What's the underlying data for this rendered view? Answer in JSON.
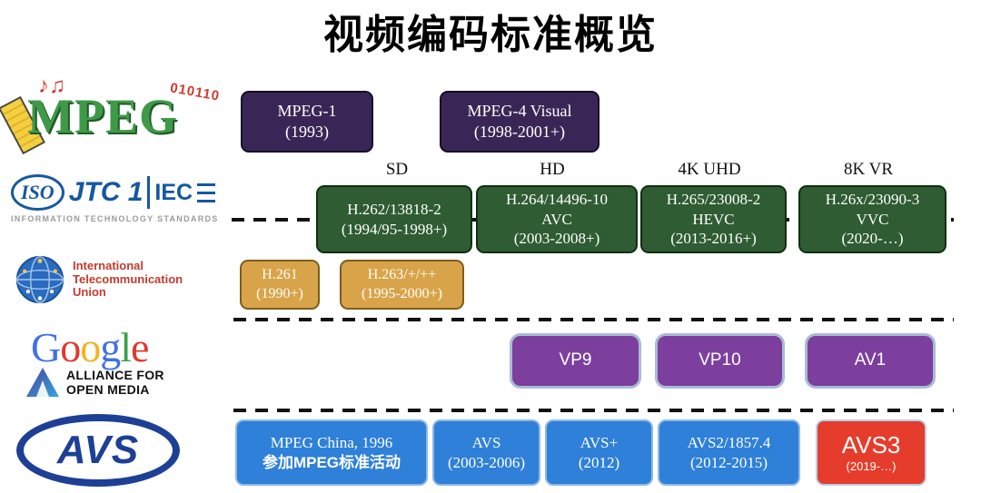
{
  "title": "视频编码标准概览",
  "logos": {
    "mpeg": {
      "name": "MPEG",
      "binary": "010110",
      "notes": "♪♫"
    },
    "iso_jtc1_iec": {
      "iso": "ISO",
      "jtc": "JTC 1",
      "iec": "IEC",
      "caption": "INFORMATION TECHNOLOGY STANDARDS"
    },
    "itu": {
      "line1": "International",
      "line2": "Telecommunication",
      "line3": "Union"
    },
    "google": {
      "l0": "G",
      "l1": "o",
      "l2": "o",
      "l3": "g",
      "l4": "l",
      "l5": "e"
    },
    "aom": {
      "line1": "ALLIANCE FOR",
      "line2": "OPEN MEDIA"
    },
    "avs": {
      "name": "AVS"
    }
  },
  "era_labels": [
    "SD",
    "HD",
    "4K UHD",
    "8K VR"
  ],
  "rows": {
    "mpeg": [
      {
        "lines": [
          "MPEG-1",
          "(1993)"
        ]
      },
      {
        "lines": [
          "MPEG-4 Visual",
          "(1998-2001+)"
        ]
      }
    ],
    "joint": [
      {
        "lines": [
          "H.262/13818-2",
          "(1994/95-1998+)"
        ]
      },
      {
        "lines": [
          "H.264/14496-10",
          "AVC",
          "(2003-2008+)"
        ]
      },
      {
        "lines": [
          "H.265/23008-2",
          "HEVC",
          "(2013-2016+)"
        ]
      },
      {
        "lines": [
          "H.26x/23090-3",
          "VVC",
          "(2020-…)"
        ]
      }
    ],
    "itu": [
      {
        "lines": [
          "H.261",
          "(1990+)"
        ]
      },
      {
        "lines": [
          "H.263/+/++",
          "(1995-2000+)"
        ]
      }
    ],
    "aom": [
      {
        "label": "VP9"
      },
      {
        "label": "VP10"
      },
      {
        "label": "AV1"
      }
    ],
    "avs": [
      {
        "lines": [
          "MPEG China, 1996",
          "参加MPEG标准活动"
        ]
      },
      {
        "lines": [
          "AVS",
          "(2003-2006)"
        ]
      },
      {
        "lines": [
          "AVS+",
          "(2012)"
        ]
      },
      {
        "lines": [
          "AVS2/1857.4",
          "(2012-2015)"
        ]
      },
      {
        "lines": [
          "AVS3",
          "(2019-…)"
        ]
      }
    ]
  },
  "colors": {
    "mpeg_box": "#3a2656",
    "joint_box": "#2f5c33",
    "itu_box": "#d9a449",
    "aom_box": "#7c3f9e",
    "avs_box": "#2e80d8",
    "avs3_box": "#e63c2b"
  }
}
